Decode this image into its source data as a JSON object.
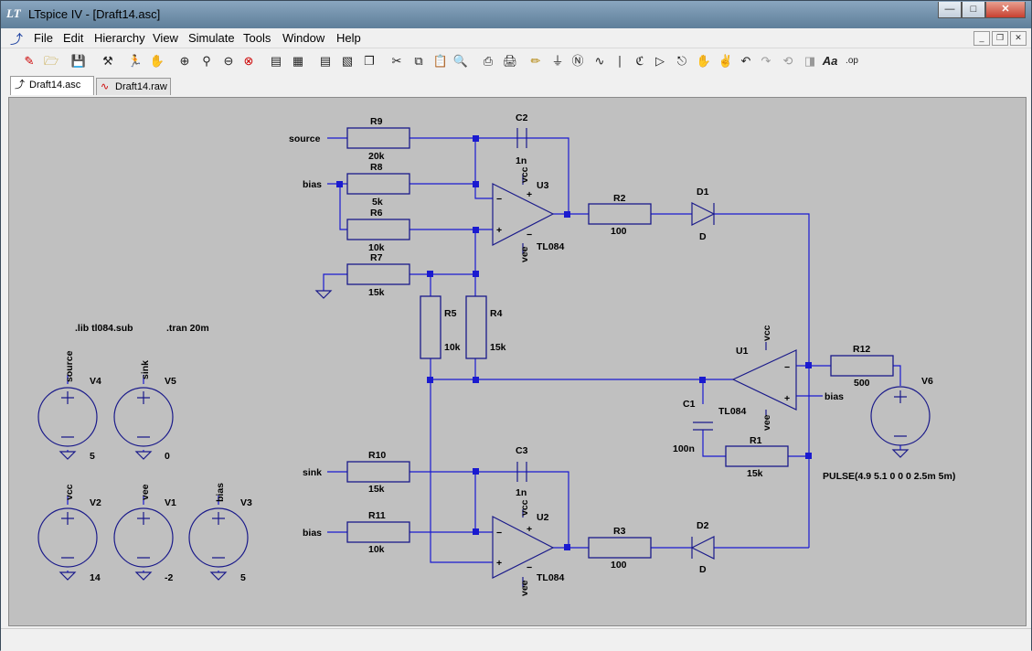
{
  "window": {
    "title": "LTspice IV - [Draft14.asc]",
    "app_logo": "LT"
  },
  "menubar": {
    "items": [
      "File",
      "Edit",
      "Hierarchy",
      "View",
      "Simulate",
      "Tools",
      "Window",
      "Help"
    ]
  },
  "tabs": [
    {
      "label": "Draft14.asc",
      "icon": "schematic-icon"
    },
    {
      "label": "Draft14.raw",
      "icon": "waveform-icon"
    }
  ],
  "schematic": {
    "directives": {
      "lib": ".lib tl084.sub",
      "tran": ".tran 20m"
    },
    "sources": [
      {
        "name": "V4",
        "net": "source",
        "value": "5"
      },
      {
        "name": "V5",
        "net": "sink",
        "value": "0"
      },
      {
        "name": "V2",
        "net": "vcc",
        "value": "14"
      },
      {
        "name": "V1",
        "net": "vee",
        "value": "-2"
      },
      {
        "name": "V3",
        "net": "bias",
        "value": "5"
      },
      {
        "name": "V6",
        "value": "PULSE(4.9 5.1 0 0 0 2.5m 5m)"
      }
    ],
    "resistors": [
      {
        "name": "R9",
        "value": "20k"
      },
      {
        "name": "R8",
        "value": "5k"
      },
      {
        "name": "R6",
        "value": "10k"
      },
      {
        "name": "R7",
        "value": "15k"
      },
      {
        "name": "R5",
        "value": "10k"
      },
      {
        "name": "R4",
        "value": "15k"
      },
      {
        "name": "R2",
        "value": "100"
      },
      {
        "name": "R12",
        "value": "500"
      },
      {
        "name": "R1",
        "value": "15k"
      },
      {
        "name": "R10",
        "value": "15k"
      },
      {
        "name": "R11",
        "value": "10k"
      },
      {
        "name": "R3",
        "value": "100"
      }
    ],
    "capacitors": [
      {
        "name": "C2",
        "value": "1n"
      },
      {
        "name": "C1",
        "value": "100n"
      },
      {
        "name": "C3",
        "value": "1n"
      }
    ],
    "diodes": [
      {
        "name": "D1",
        "value": "D"
      },
      {
        "name": "D2",
        "value": "D"
      }
    ],
    "opamps": [
      {
        "name": "U3",
        "model": "TL084"
      },
      {
        "name": "U1",
        "model": "TL084"
      },
      {
        "name": "U2",
        "model": "TL084"
      }
    ],
    "net_labels": {
      "source": "source",
      "sink": "sink",
      "bias": "bias",
      "vcc": "vcc",
      "vee": "vee"
    }
  }
}
